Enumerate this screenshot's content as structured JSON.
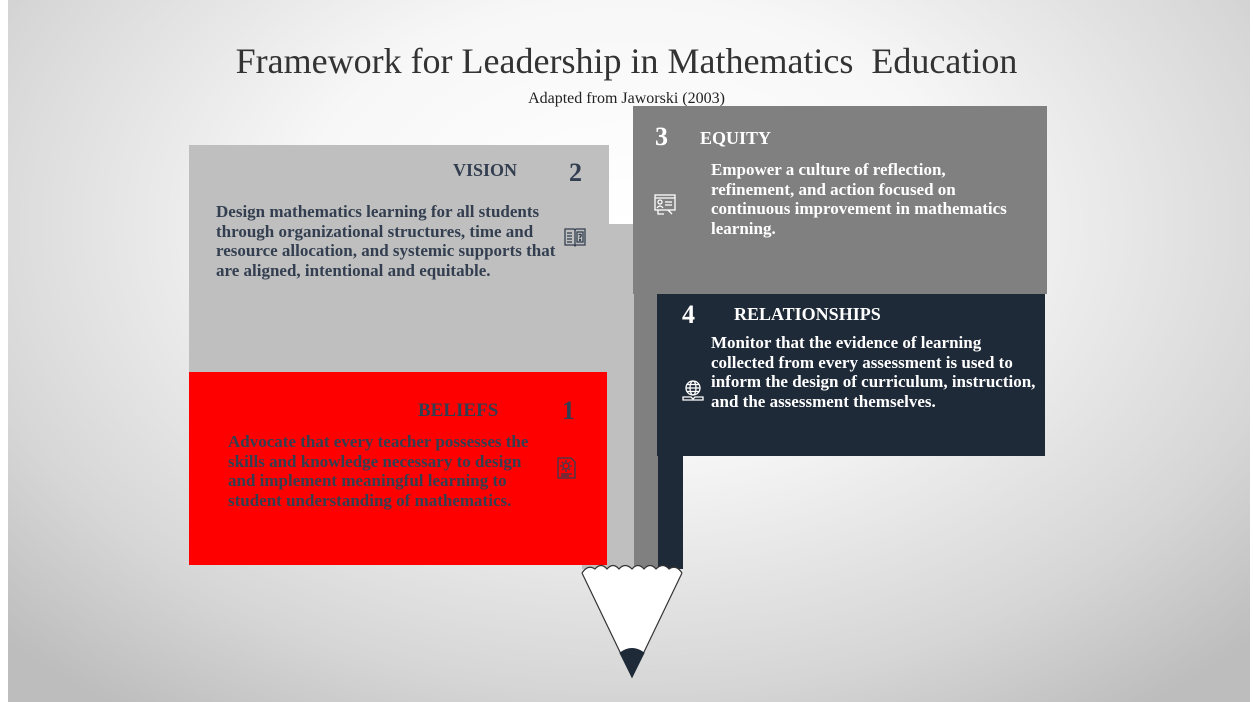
{
  "header": {
    "title": "Framework for Leadership in Mathematics  Education",
    "subtitle": "Adapted from Jaworski (2003)"
  },
  "colors": {
    "beliefs": "#ff0000",
    "vision": "#bfbfbf",
    "equity": "#808080",
    "relationships": "#1f2a38",
    "dark_text": "#333f50",
    "light_text": "#ffffff"
  },
  "panels": {
    "beliefs": {
      "number": "1",
      "label": "BELIEFS",
      "text": "Advocate that every teacher possesses the skills and knowledge necessary to design and implement meaningful learning to student understanding of mathematics.",
      "icon": "gear-document-icon"
    },
    "vision": {
      "number": "2",
      "label": "VISION",
      "text": "Design mathematics learning for all students through organizational structures, time and resource allocation, and systemic supports that are aligned, intentional and equitable.",
      "icon": "book-question-icon"
    },
    "equity": {
      "number": "3",
      "label": "EQUITY",
      "text": "Empower a culture of reflection, refinement, and action focused on continuous improvement in mathematics learning.",
      "icon": "profile-card-icon"
    },
    "relationships": {
      "number": "4",
      "label": "RELATIONSHIPS",
      "text": "Monitor that the evidence of learning collected from every assessment is used to inform the design of curriculum, instruction, and the assessment themselves.",
      "icon": "globe-book-icon"
    }
  }
}
